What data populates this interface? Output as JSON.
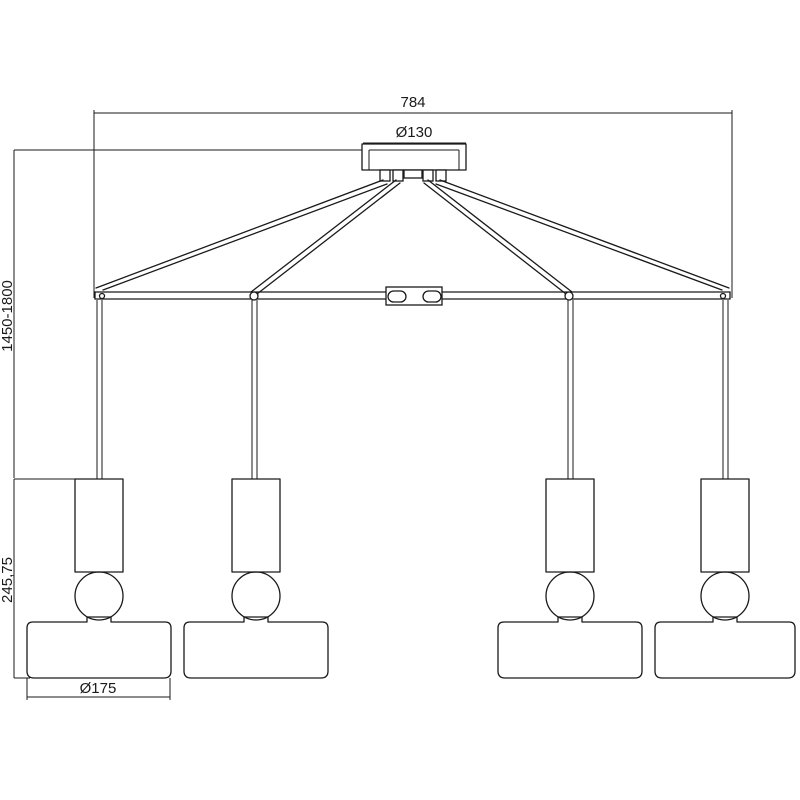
{
  "dimensions": {
    "total_width": "784",
    "canopy_diameter": "Ø130",
    "height_range": "1450-1800",
    "pendant_height": "245,75",
    "shade_diameter": "Ø175"
  },
  "colors": {
    "line": "#1a1a1a",
    "background": "#ffffff"
  }
}
